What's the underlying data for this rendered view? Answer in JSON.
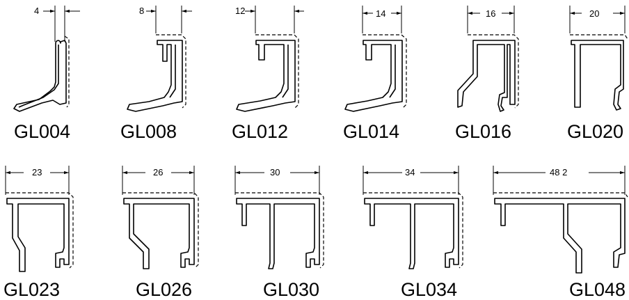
{
  "profiles": [
    {
      "code": "GL004",
      "dim": "4"
    },
    {
      "code": "GL008",
      "dim": "8"
    },
    {
      "code": "GL012",
      "dim": "12"
    },
    {
      "code": "GL014",
      "dim": "14"
    },
    {
      "code": "GL016",
      "dim": "16"
    },
    {
      "code": "GL020",
      "dim": "20"
    },
    {
      "code": "GL023",
      "dim": "23"
    },
    {
      "code": "GL026",
      "dim": "26"
    },
    {
      "code": "GL030",
      "dim": "30"
    },
    {
      "code": "GL034",
      "dim": "34"
    },
    {
      "code": "GL048",
      "dim": "48 2"
    }
  ]
}
